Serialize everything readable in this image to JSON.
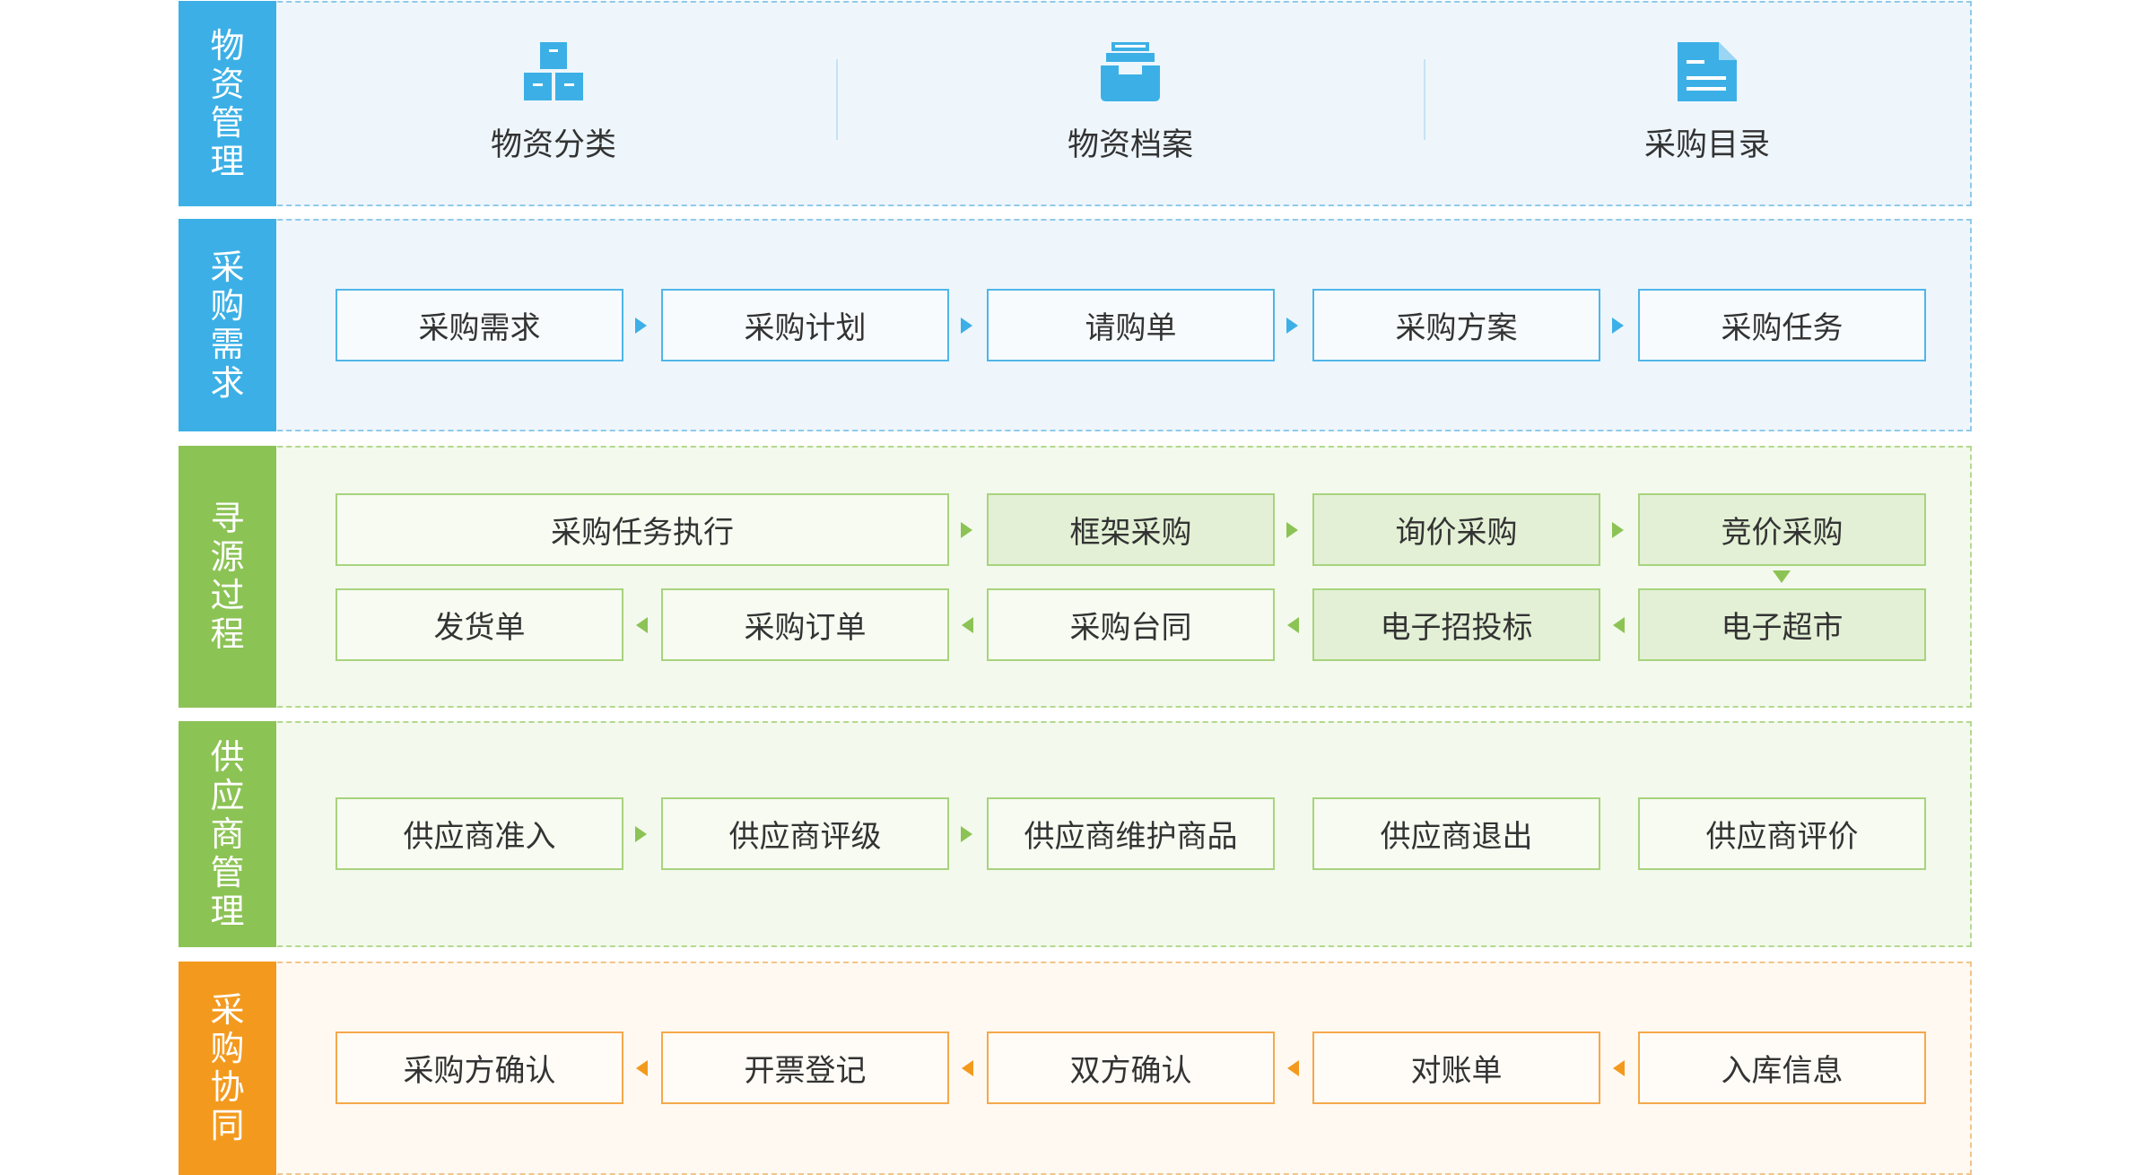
{
  "colors": {
    "blue": "#3cb0e6",
    "green": "#8cc355",
    "orange": "#f39a1e",
    "text": "#333333"
  },
  "sections": {
    "material": {
      "title": "物资管理",
      "items": [
        {
          "label": "物资分类",
          "icon": "boxes-icon"
        },
        {
          "label": "物资档案",
          "icon": "archive-tray-icon"
        },
        {
          "label": "采购目录",
          "icon": "document-icon"
        }
      ]
    },
    "demand": {
      "title": "采购需求",
      "steps": [
        "采购需求",
        "采购计划",
        "请购单",
        "采购方案",
        "采购任务"
      ]
    },
    "sourcing": {
      "title": "寻源过程",
      "row1": [
        "采购任务执行",
        "框架采购",
        "询价采购",
        "竞价采购"
      ],
      "row2": [
        "发货单",
        "采购订单",
        "采购台同",
        "电子招投标",
        "电子超市"
      ]
    },
    "supplier": {
      "title": "供应商管理",
      "steps": [
        "供应商准入",
        "供应商评级",
        "供应商维护商品",
        "供应商退出",
        "供应商评价"
      ]
    },
    "collab": {
      "title": "采购协同",
      "steps": [
        "采购方确认",
        "开票登记",
        "双方确认",
        "对账单",
        "入库信息"
      ]
    }
  }
}
